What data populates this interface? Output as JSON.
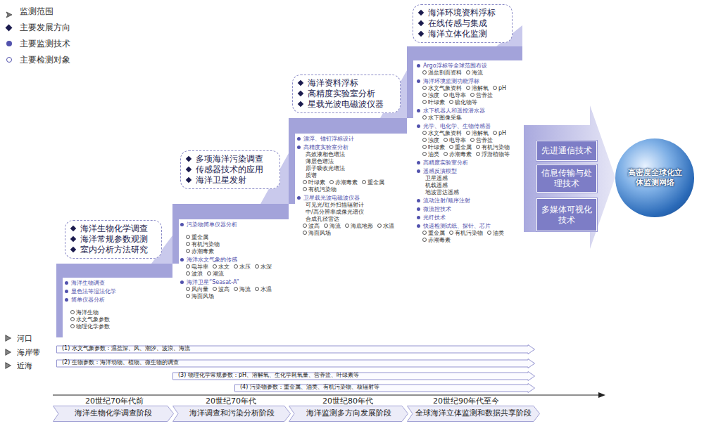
{
  "diagram": {
    "nodes": [
      {
        "text": [
          "海洋生物化学调查",
          "海洋常规参数观测",
          "室内分析方法研究"
        ]
      },
      {
        "text": [
          "海洋生物调查",
          "显色法等湿法化学",
          "简单仪器分析",
          "海洋生物",
          "水文气象参数",
          "物理化学参数"
        ]
      },
      {
        "text": [
          "多项海洋污染调查",
          "传感器技术的应用",
          "海洋卫星发射"
        ]
      },
      {
        "text": [
          "污染物简单仪器分析",
          "重金属",
          "有机污染物",
          "赤潮毒素",
          "海洋水文气象的传感",
          "电导率",
          "水文",
          "水压",
          "水深",
          "波浪",
          "潮流",
          "海洋卫星“Seasat-A”",
          "风向量",
          "波高",
          "海流",
          "水温",
          "海面风场"
        ]
      },
      {
        "text": [
          "海洋资料浮标",
          "高精度实验室分析",
          "星载光波电磁波仪器"
        ]
      },
      {
        "text": [
          "漂浮、锚钉浮标设计",
          "高精度实验室分析",
          "高效液相色谱法",
          "薄层色谱法",
          "原子吸收光谱法",
          "质谱",
          "叶绿素",
          "赤潮毒素",
          "重金属",
          "有机污染物",
          "卫星载光波电磁波仪器",
          "可见光/红外扫描辐射计",
          "中/高分辨率成像光谱仪",
          "合成孔径雷达",
          "波高",
          "海流",
          "海底地形",
          "水温",
          "海面风场"
        ]
      },
      {
        "text": [
          "海洋环境资料浮标",
          "在线传感与集成",
          "海洋立体化监测"
        ]
      },
      {
        "text": [
          "Argo浮标等全球范围布设",
          "温盐剖面资料",
          "海流",
          "海洋环境监测功能浮标",
          "水文气象资料",
          "溶解氧",
          "pH",
          "浊度",
          "电导率",
          "营养盐",
          "叶绿素",
          "硫化物等",
          "水下机器人和遥控潜水器",
          "水下图像采集",
          "光学、电化学、生物传感器",
          "水文气象资料",
          "溶解氧",
          "pH",
          "浊度",
          "电导率",
          "营养盐",
          "叶绿素",
          "重金属",
          "有机污染物",
          "油类",
          "赤潮毒素",
          "浮游植物等",
          "高精度实验室分析",
          "遥感反演模型",
          "卫星遥感",
          "机载遥感",
          "地波雷达遥感",
          "流动注射/顺序注射",
          "微流控技术",
          "光纤技术",
          "快速检测试纸、探针、芯片",
          "重金属",
          "有机污染物",
          "油类",
          "赤潮毒素"
        ]
      },
      {
        "text": [
          "先进通信技术"
        ]
      },
      {
        "text": [
          "信息传输与处理技术"
        ]
      },
      {
        "text": [
          "多媒体可视化技术"
        ]
      },
      {
        "text": [
          "高密度全球化立体监测网络"
        ]
      },
      {
        "text": [
          "(1) 水文气象参数：温盐深、风、潮汐、波浪、海流"
        ]
      },
      {
        "text": [
          "(2) 生物参数：海洋动物、植物、微生物的调查"
        ]
      },
      {
        "text": [
          "(3) 物理化学常规参数：pH、溶解氧、生化学耗氧量、营养盐、叶绿素等"
        ]
      },
      {
        "text": [
          "(4) 污染物参数：重金属、油类、有机污染物、核辐射等"
        ]
      },
      {
        "text": [
          "海洋生物化学调查阶段"
        ]
      },
      {
        "text": [
          "海洋调查和污染分析阶段"
        ]
      },
      {
        "text": [
          "海洋监测多方向发展阶段"
        ]
      },
      {
        "text": [
          "全球海洋立体监测和数据共享阶段"
        ]
      }
    ],
    "labels": [
      "河口",
      "海岸带",
      "近海",
      "20世纪70年代前",
      "20世纪70年代",
      "20世纪80年代",
      "20世纪90年代至今"
    ],
    "legend": [
      {
        "text": "监测范围"
      },
      {
        "text": "主要发展方向"
      },
      {
        "text": "主要监测技术"
      },
      {
        "text": "主要检测对象"
      }
    ]
  }
}
